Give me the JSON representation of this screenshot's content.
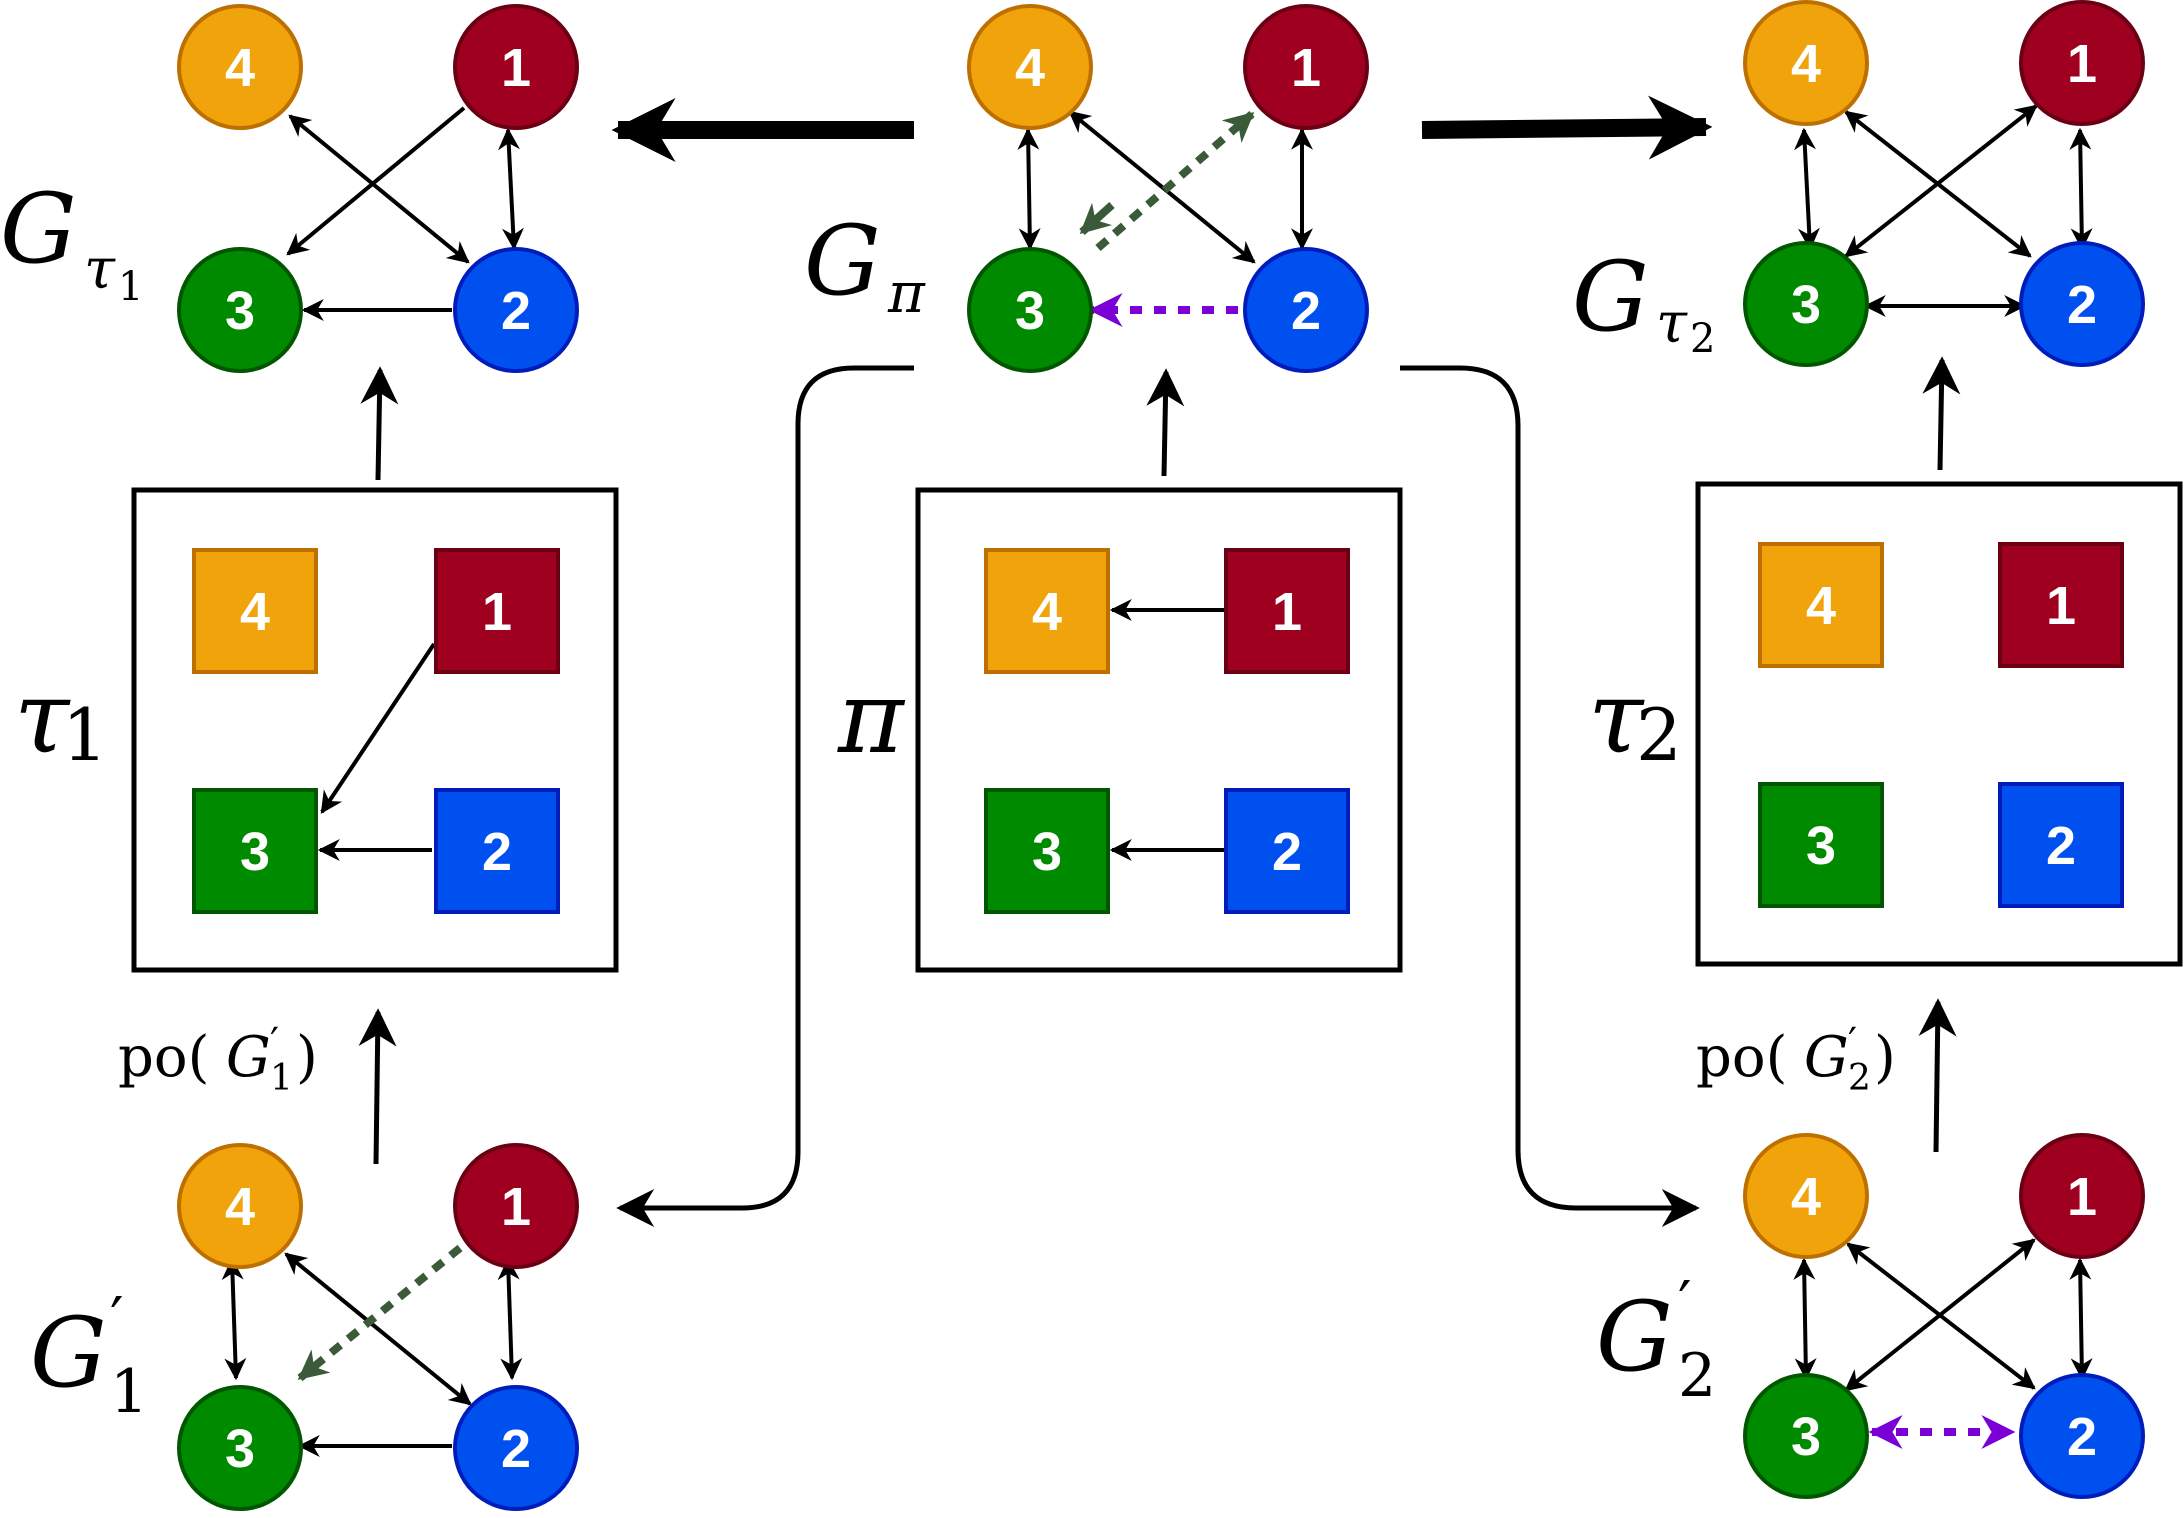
{
  "colors": {
    "node1_fill": "#a00020",
    "node1_stroke": "#6b0014",
    "node2_fill": "#0050ef",
    "node2_stroke": "#001dbc",
    "node3_fill": "#008a00",
    "node3_stroke": "#005700",
    "node4_fill": "#f0a30a",
    "node4_stroke": "#bd7000",
    "dashed_green": "#3a5a3a",
    "dashed_purple": "#7a00d6"
  },
  "nodes": {
    "n1": "1",
    "n2": "2",
    "n3": "3",
    "n4": "4"
  },
  "labels": {
    "G": "G",
    "tau": "τ",
    "pi": "π",
    "sub1": "1",
    "sub2": "2",
    "prime": "′",
    "po_open": "po(",
    "po_close": ")"
  }
}
